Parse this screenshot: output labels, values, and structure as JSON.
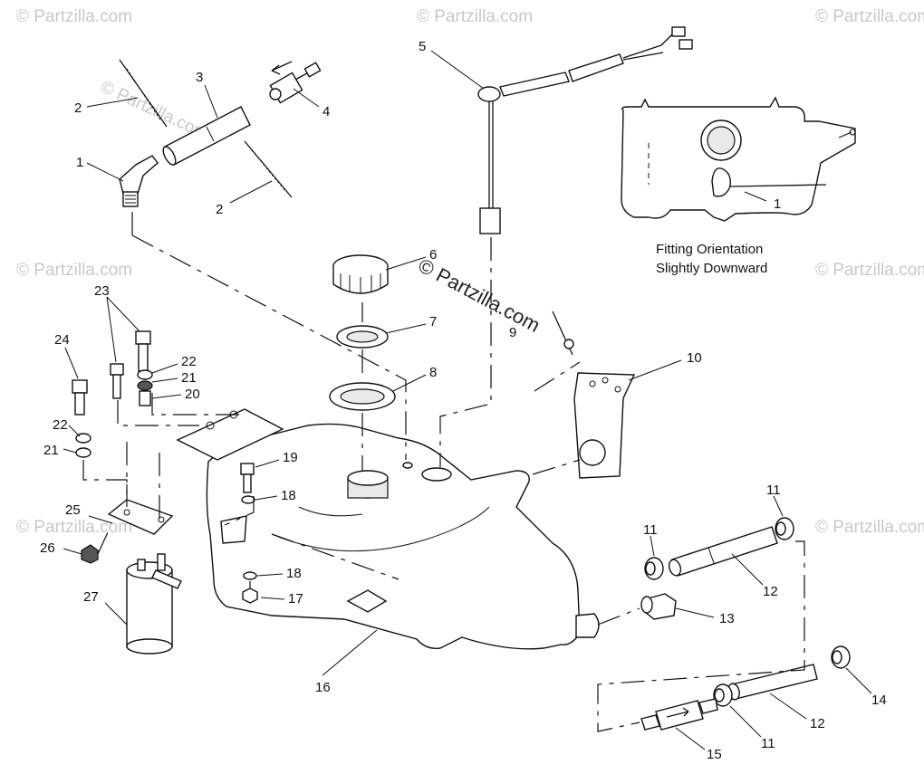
{
  "watermark": {
    "text": "© Partzilla.com",
    "center_text": "© Partzilla.com"
  },
  "callouts": {
    "c1": "1",
    "c2a": "2",
    "c2b": "2",
    "c3": "3",
    "c4": "4",
    "c5": "5",
    "c6": "6",
    "c7": "7",
    "c8": "8",
    "c9": "9",
    "c10": "10",
    "c11a": "11",
    "c11b": "11",
    "c11c": "11",
    "c12a": "12",
    "c12b": "12",
    "c13": "13",
    "c14": "14",
    "c15": "15",
    "c16": "16",
    "c17": "17",
    "c18a": "18",
    "c18b": "18",
    "c19": "19",
    "c20": "20",
    "c21a": "21",
    "c21b": "21",
    "c22a": "22",
    "c22b": "22",
    "c23": "23",
    "c24": "24",
    "c25": "25",
    "c26": "26",
    "c27": "27"
  },
  "inset": {
    "callout": "1",
    "note_line1": "Fitting Orientation",
    "note_line2": "Slightly Downward"
  }
}
